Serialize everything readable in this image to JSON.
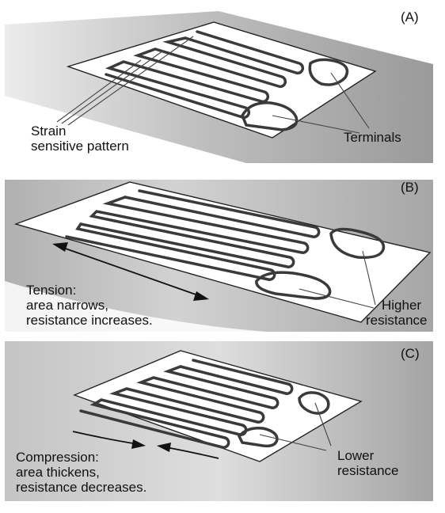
{
  "panels": [
    {
      "letter": "(A)",
      "labels": {
        "pattern_line1": "Strain",
        "pattern_line2": "sensitive pattern",
        "terminals": "Terminals"
      }
    },
    {
      "letter": "(B)",
      "labels": {
        "state_line1": "Tension:",
        "state_line2": "area narrows,",
        "state_line3": "resistance increases.",
        "result_line1": "Higher",
        "result_line2": "resistance"
      }
    },
    {
      "letter": "(C)",
      "labels": {
        "state_line1": "Compression:",
        "state_line2": "area thickens,",
        "state_line3": "resistance decreases.",
        "result_line1": "Lower",
        "result_line2": "resistance"
      }
    }
  ],
  "colors": {
    "surface": "#c8c8c8",
    "foil": "#ffffff",
    "trace": "#3a3a3a",
    "text": "#111111"
  }
}
